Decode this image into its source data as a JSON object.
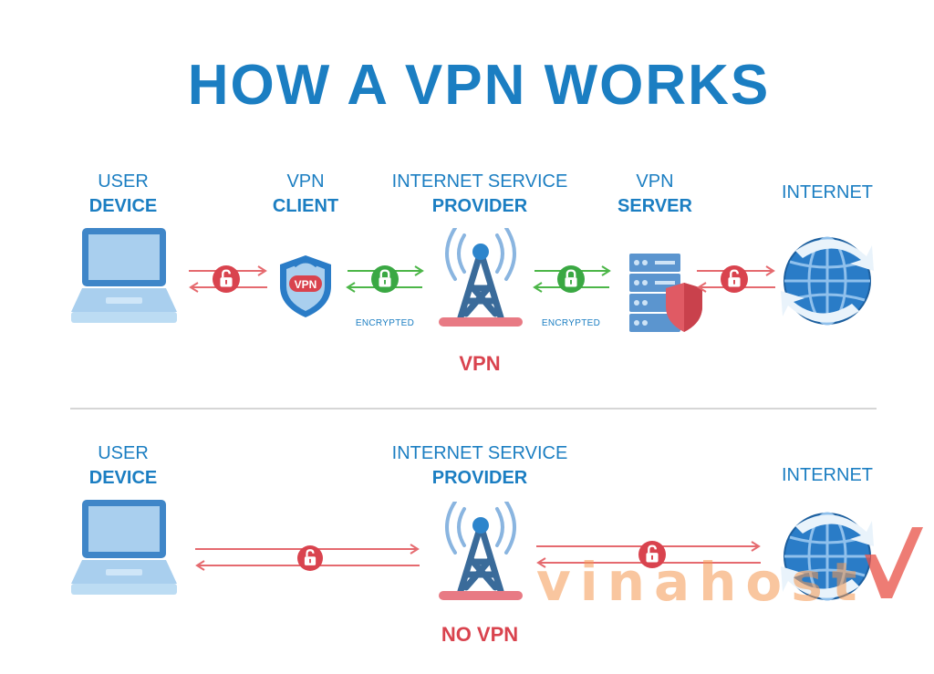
{
  "title": "HOW A VPN WORKS",
  "vpn_section": {
    "user_device": {
      "line1": "USER",
      "line2": "DEVICE"
    },
    "vpn_client": {
      "line1": "VPN",
      "line2": "CLIENT"
    },
    "isp": {
      "line1": "INTERNET SERVICE",
      "line2": "PROVIDER"
    },
    "vpn_server": {
      "line1": "VPN",
      "line2": "SERVER"
    },
    "internet": {
      "line1": "INTERNET"
    },
    "shield_text": "VPN",
    "encrypted_1": "ENCRYPTED",
    "encrypted_2": "ENCRYPTED",
    "caption": "VPN"
  },
  "no_vpn_section": {
    "user_device": {
      "line1": "USER",
      "line2": "DEVICE"
    },
    "isp": {
      "line1": "INTERNET SERVICE",
      "line2": "PROVIDER"
    },
    "internet": {
      "line1": "INTERNET"
    },
    "caption": "NO VPN"
  },
  "watermark": "vinahost",
  "colors": {
    "blue": "#1b7ec2",
    "red": "#d9434e",
    "green": "#3aa843",
    "unsecured_arrow": "#e56a6f",
    "encrypted_arrow": "#4cb648"
  },
  "icons": [
    "laptop-icon",
    "vpn-shield-icon",
    "radio-tower-icon",
    "server-icon",
    "globe-icon",
    "unlock-icon",
    "lock-icon"
  ]
}
